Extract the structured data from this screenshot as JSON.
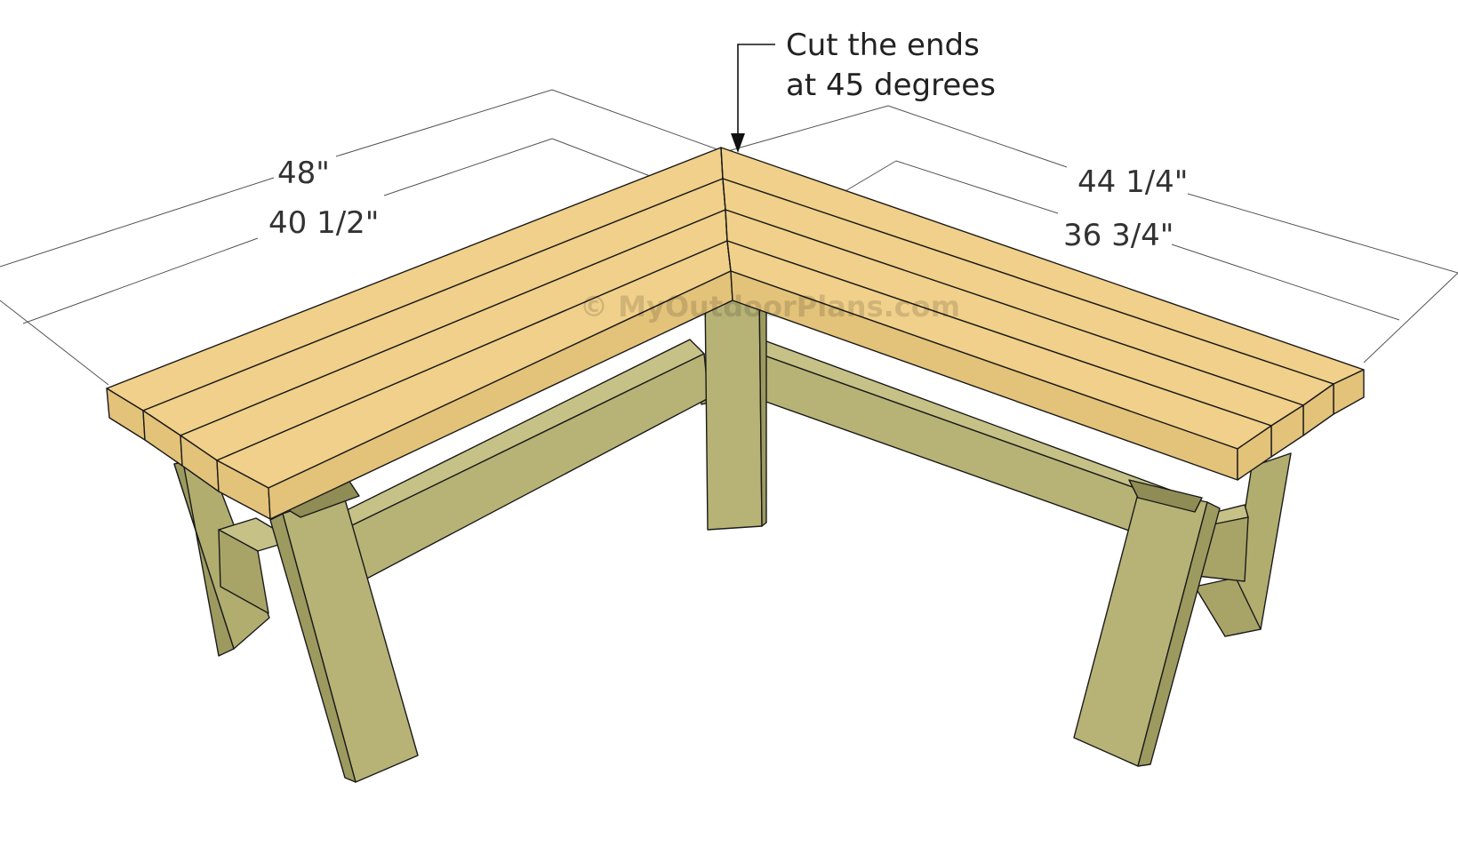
{
  "callout": {
    "line1": "Cut the ends",
    "line2": "at 45 degrees"
  },
  "dimensions": {
    "left_outer": "48\"",
    "left_inner": "40 1/2\"",
    "right_outer": "44 1/4\"",
    "right_inner": "36 3/4\""
  },
  "watermark": "© MyOutdoorPlans.com",
  "colors": {
    "seat": "#f0d08a",
    "seat_edge": "#e3c27a",
    "frame": "#b7b376",
    "frame_dark": "#9d9a60",
    "frame_light": "#c6c287",
    "background": "#ffffff"
  }
}
